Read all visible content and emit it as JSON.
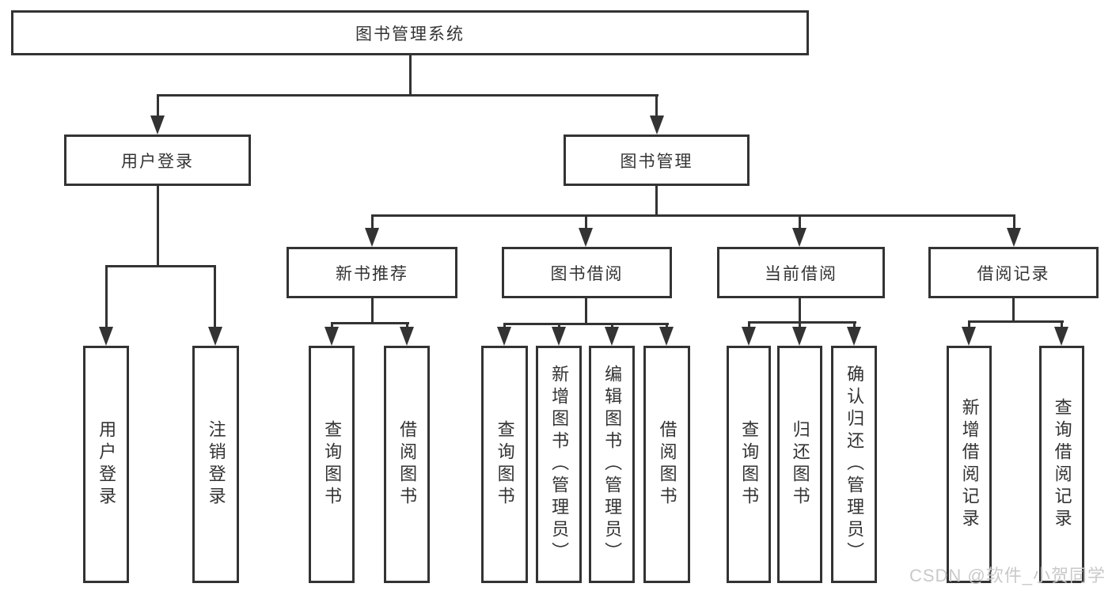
{
  "diagram": {
    "root": {
      "label": "图书管理系统"
    },
    "user_login": {
      "label": "用户登录",
      "children": [
        {
          "label": "用户登录"
        },
        {
          "label": "注销登录"
        }
      ]
    },
    "book_mgmt": {
      "label": "图书管理",
      "sections": [
        {
          "label": "新书推荐",
          "children": [
            {
              "label": "查询图书"
            },
            {
              "label": "借阅图书"
            }
          ]
        },
        {
          "label": "图书借阅",
          "children": [
            {
              "label": "查询图书"
            },
            {
              "label": "新增图书（管理员）"
            },
            {
              "label": "编辑图书（管理员）"
            },
            {
              "label": "借阅图书"
            }
          ]
        },
        {
          "label": "当前借阅",
          "children": [
            {
              "label": "查询图书"
            },
            {
              "label": "归还图书"
            },
            {
              "label": "确认归还（管理员）"
            }
          ]
        },
        {
          "label": "借阅记录",
          "children": [
            {
              "label": "新增借阅记录"
            },
            {
              "label": "查询借阅记录"
            }
          ]
        }
      ]
    }
  },
  "watermark": {
    "text": "CSDN @软件_小贺同学"
  },
  "colors": {
    "line": "#333333",
    "text": "#333333",
    "background": "#ffffff",
    "watermark": "#c9c9c9"
  }
}
